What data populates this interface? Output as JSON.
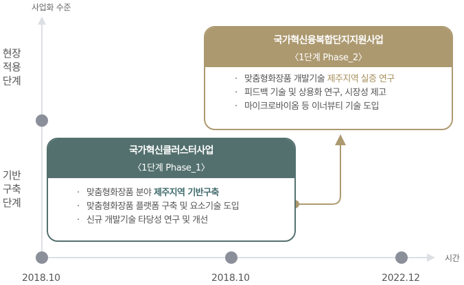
{
  "axis": {
    "y_title": "사업화 수준",
    "x_title": "시간",
    "levels": [
      {
        "lines": [
          "현장",
          "적용",
          "단계"
        ]
      },
      {
        "lines": [
          "기반",
          "구축",
          "단계"
        ]
      }
    ],
    "ticks": [
      "2018.10",
      "2018.10",
      "2022.12"
    ]
  },
  "phases": [
    {
      "title": "국가혁신융복합단지지원사업",
      "subtitle": "〈1단계 Phase_2〉",
      "items": [
        {
          "mark": "·",
          "text": "맞춤형화장품 개발기술 ",
          "highlight": "제주지역 실증 연구"
        },
        {
          "mark": "·",
          "text": "피드백 기술 및 상용화 연구, 시장성 제고",
          "highlight": ""
        },
        {
          "mark": "·",
          "text": "마이크로바이옴 등 이너뷰티 기술 도입",
          "highlight": ""
        }
      ]
    },
    {
      "title": "국가혁신클러스터사업",
      "subtitle": "〈1단계 Phase_1〉",
      "items": [
        {
          "mark": "·",
          "text": "맞춤형화장품 분야 ",
          "highlight": "제주지역 기반구축"
        },
        {
          "mark": "·",
          "text": "맞춤형화장품 플랫폼 구축 및 요소기술 도입",
          "highlight": ""
        },
        {
          "mark": "·",
          "text": "신규 개발기술 타당성 연구 및 개선",
          "highlight": ""
        }
      ]
    }
  ],
  "colors": {
    "axis": "#dcdfe3",
    "dot": "#8a8f99",
    "phase1": "#53706e",
    "phase2": "#ad9970",
    "connector": "#ad9970"
  }
}
